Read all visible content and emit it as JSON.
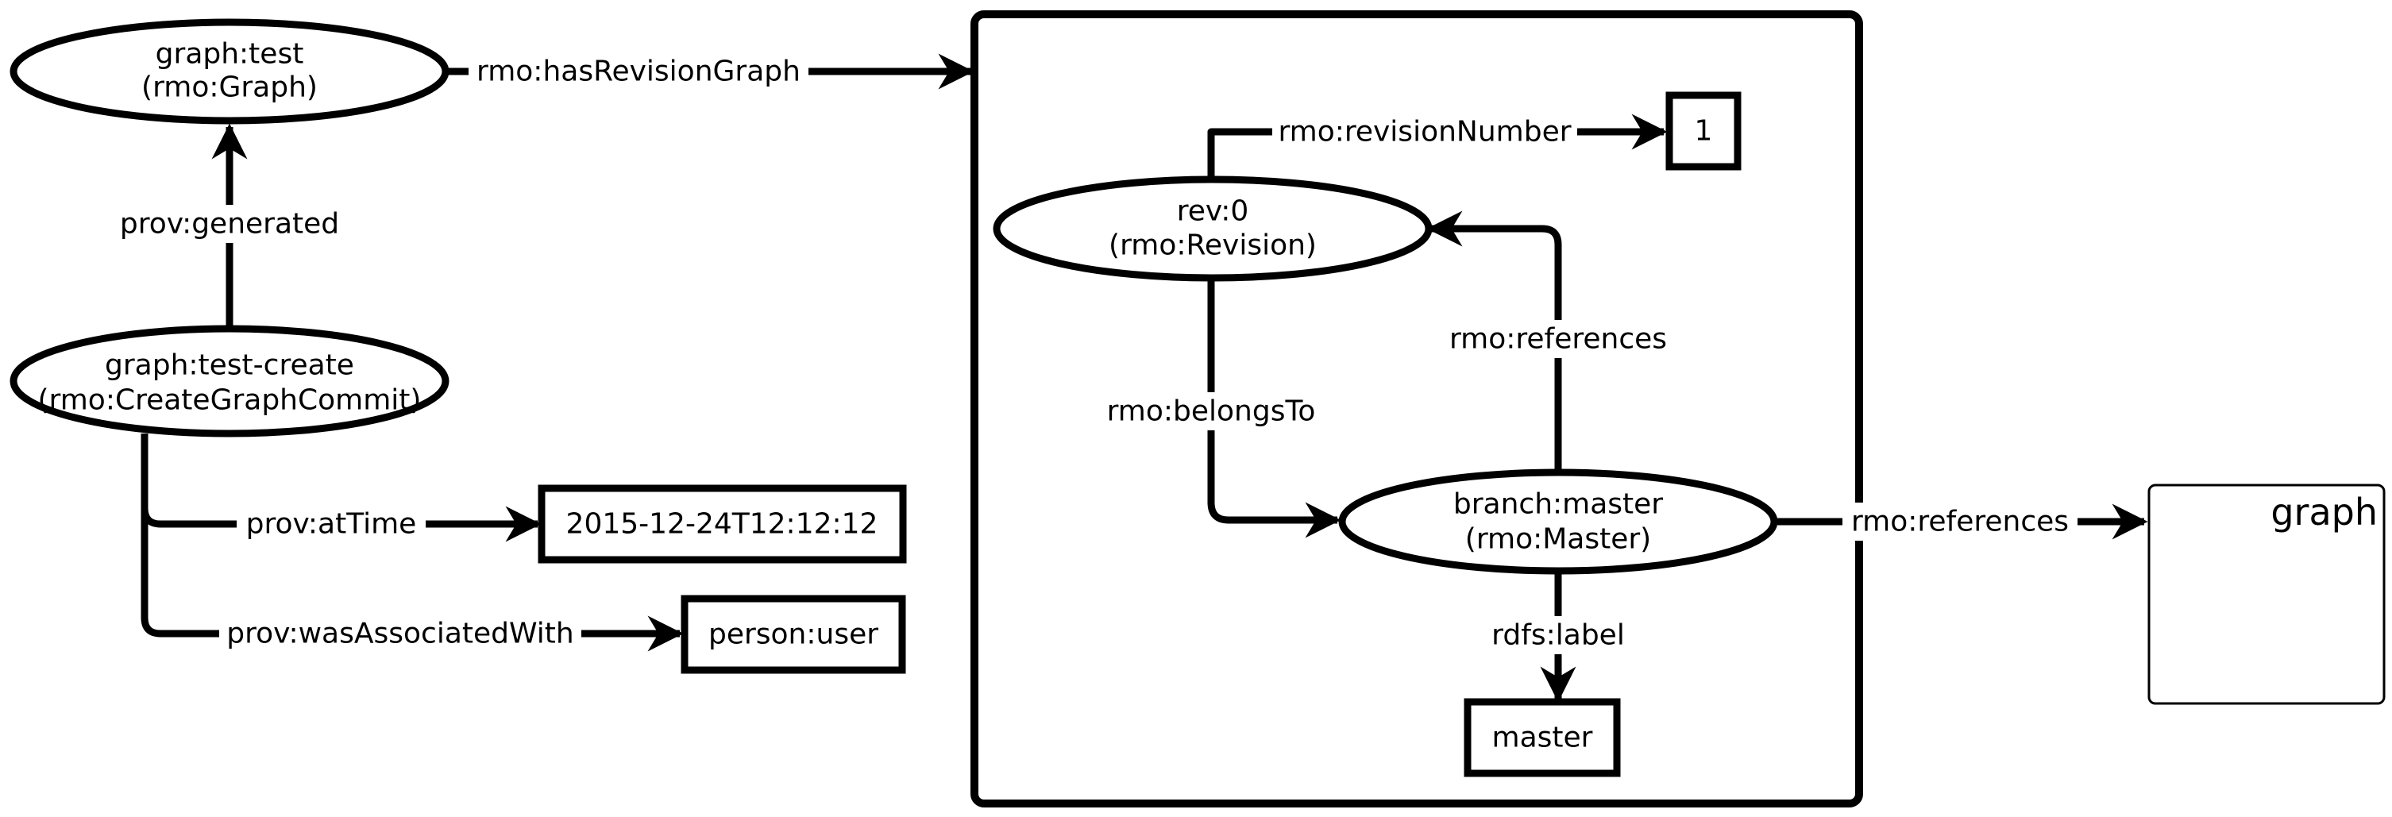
{
  "nodes": {
    "graph_test": {
      "line1": "graph:test",
      "line2": "(rmo:Graph)"
    },
    "graph_test_create": {
      "line1": "graph:test-create",
      "line2": "(rmo:CreateGraphCommit)"
    },
    "time_value": {
      "text": "2015-12-24T12:12:12"
    },
    "person_user": {
      "text": "person:user"
    },
    "rev0": {
      "line1": "rev:0",
      "line2": "(rmo:Revision)"
    },
    "revision_number_value": {
      "text": "1"
    },
    "branch_master": {
      "line1": "branch:master",
      "line2": "(rmo:Master)"
    },
    "master_label_value": {
      "text": "master"
    },
    "graph_box": {
      "text": "graph"
    }
  },
  "edges": {
    "has_revision_graph": "rmo:hasRevisionGraph",
    "generated": "prov:generated",
    "at_time": "prov:atTime",
    "was_associated_with": "prov:wasAssociatedWith",
    "revision_number": "rmo:revisionNumber",
    "belongs_to": "rmo:belongsTo",
    "references_rev": "rmo:references",
    "rdfs_label": "rdfs:label",
    "references_graph": "rmo:references"
  }
}
